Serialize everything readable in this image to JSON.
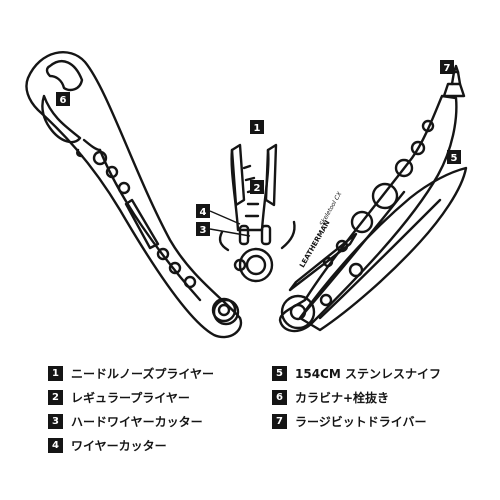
{
  "diagram": {
    "brand_mark": "LEATHERMAN",
    "model_mark": "Skeletool CX",
    "callouts": [
      {
        "num": "1",
        "label": "ニードルノーズプライヤー"
      },
      {
        "num": "2",
        "label": "レギュラープライヤー"
      },
      {
        "num": "3",
        "label": "ハードワイヤーカッター"
      },
      {
        "num": "4",
        "label": "ワイヤーカッター"
      },
      {
        "num": "5",
        "label": "154CM ステンレスナイフ"
      },
      {
        "num": "6",
        "label": "カラビナ+栓抜き"
      },
      {
        "num": "7",
        "label": "ラージビットドライバー"
      }
    ]
  },
  "colors": {
    "ink": "#151515",
    "paper": "#ffffff"
  }
}
